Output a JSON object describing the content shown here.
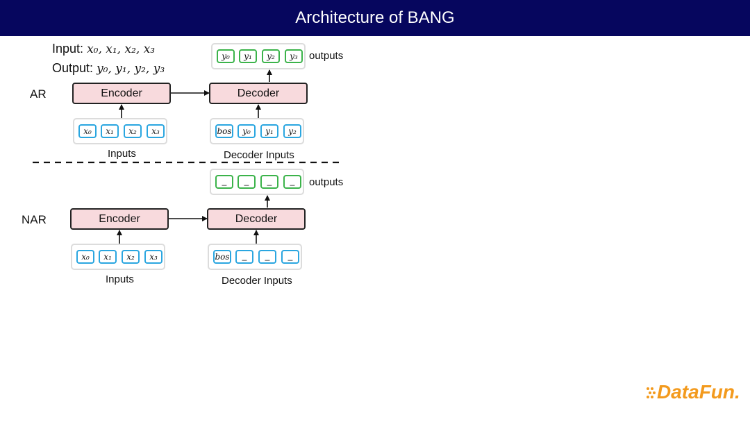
{
  "title": "Architecture of BANG",
  "io": {
    "input_label": "Input:",
    "input_vars": "x₀, x₁, x₂, x₃",
    "output_label": "Output:",
    "output_vars": "y₀, y₁, y₂, y₃"
  },
  "ar": {
    "label": "AR",
    "encoder": "Encoder",
    "decoder": "Decoder",
    "inputs_caption": "Inputs",
    "decoder_inputs_caption": "Decoder Inputs",
    "outputs_caption": "outputs",
    "input_tokens": [
      "x₀",
      "x₁",
      "x₂",
      "x₃"
    ],
    "decoder_input_tokens": [
      "bos",
      "y₀",
      "y₁",
      "y₂"
    ],
    "output_tokens": [
      "y₀",
      "y₁",
      "y₂",
      "y₃"
    ]
  },
  "nar": {
    "label": "NAR",
    "encoder": "Encoder",
    "decoder": "Decoder",
    "inputs_caption": "Inputs",
    "decoder_inputs_caption": "Decoder Inputs",
    "outputs_caption": "outputs",
    "input_tokens": [
      "x₀",
      "x₁",
      "x₂",
      "x₃"
    ],
    "decoder_input_tokens": [
      "bos",
      "_",
      "_",
      "_"
    ],
    "output_tokens": [
      "_",
      "_",
      "_",
      "_"
    ]
  },
  "logo": "DataFun.",
  "colors": {
    "title_bar": "#06065e",
    "block_fill": "#f8dadd",
    "input_token_border": "#2aa6e0",
    "output_token_border": "#3bb34a",
    "logo": "#f39a1d"
  }
}
